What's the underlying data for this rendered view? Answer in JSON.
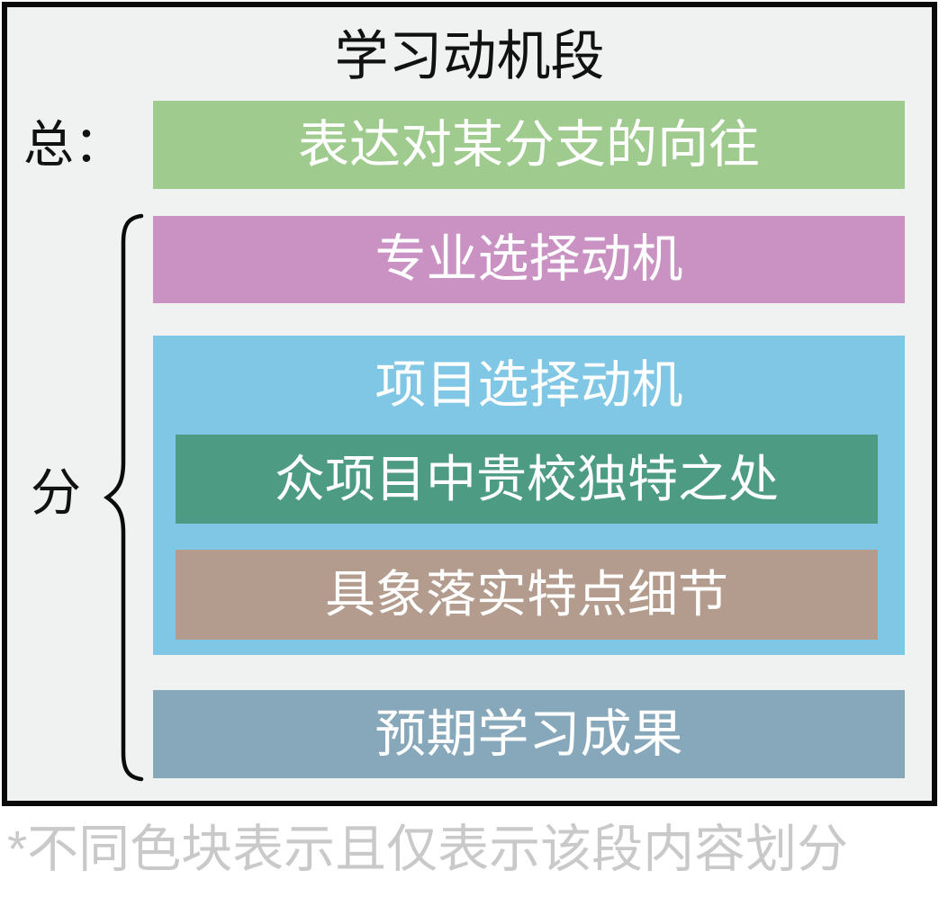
{
  "title": "学习动机段",
  "side_labels": {
    "total": "总：",
    "parts": "分"
  },
  "blocks": {
    "overview": {
      "text": "表达对某分支的向往",
      "color": "#9fcb8f"
    },
    "major": {
      "text": "专业选择动机",
      "color": "#c992c3"
    },
    "program": {
      "text": "项目选择动机",
      "color": "#80c7e5",
      "children": [
        {
          "text": "众项目中贵校独特之处",
          "color": "#4c9b82"
        },
        {
          "text": "具象落实特点细节",
          "color": "#b39b8d"
        }
      ]
    },
    "outcome": {
      "text": "预期学习成果",
      "color": "#87a8ba"
    }
  },
  "footnote": "*不同色块表示且仅表示该段内容划分",
  "colors": {
    "frame_border": "#0a0a0a",
    "frame_background": "#f0f1f1",
    "page_background": "#ffffff",
    "block_text": "#ffffff",
    "title_text": "#111111",
    "footnote_text": "#c9c9c9",
    "brace_stroke": "#0a0a0a"
  }
}
